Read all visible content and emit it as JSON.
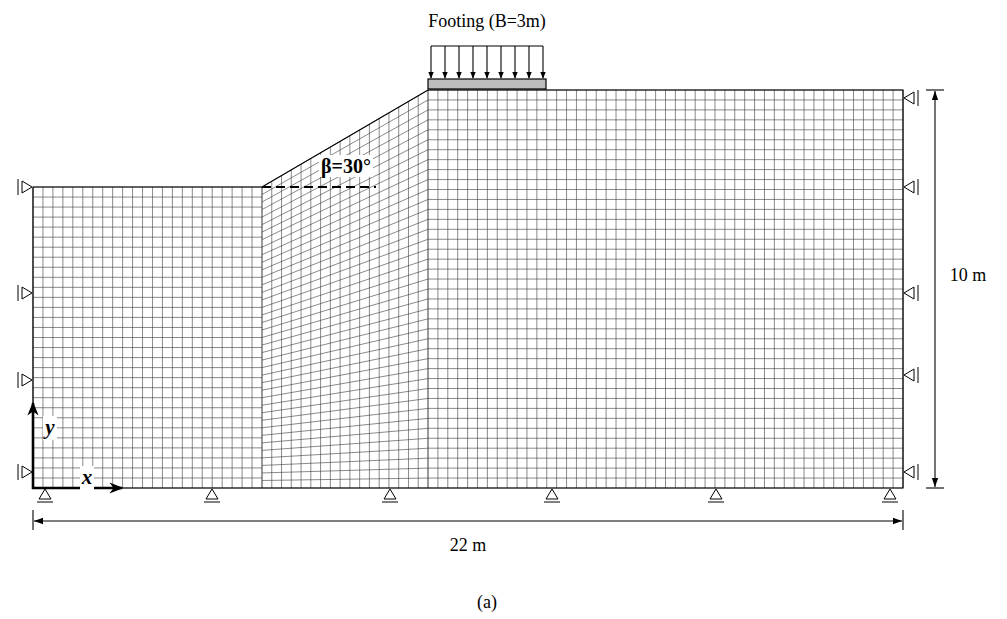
{
  "diagram": {
    "labels": [
      "Footing (B=3m)",
      "β=30°",
      "10 m",
      "y",
      "x",
      "22 m",
      "(a)"
    ]
  }
}
